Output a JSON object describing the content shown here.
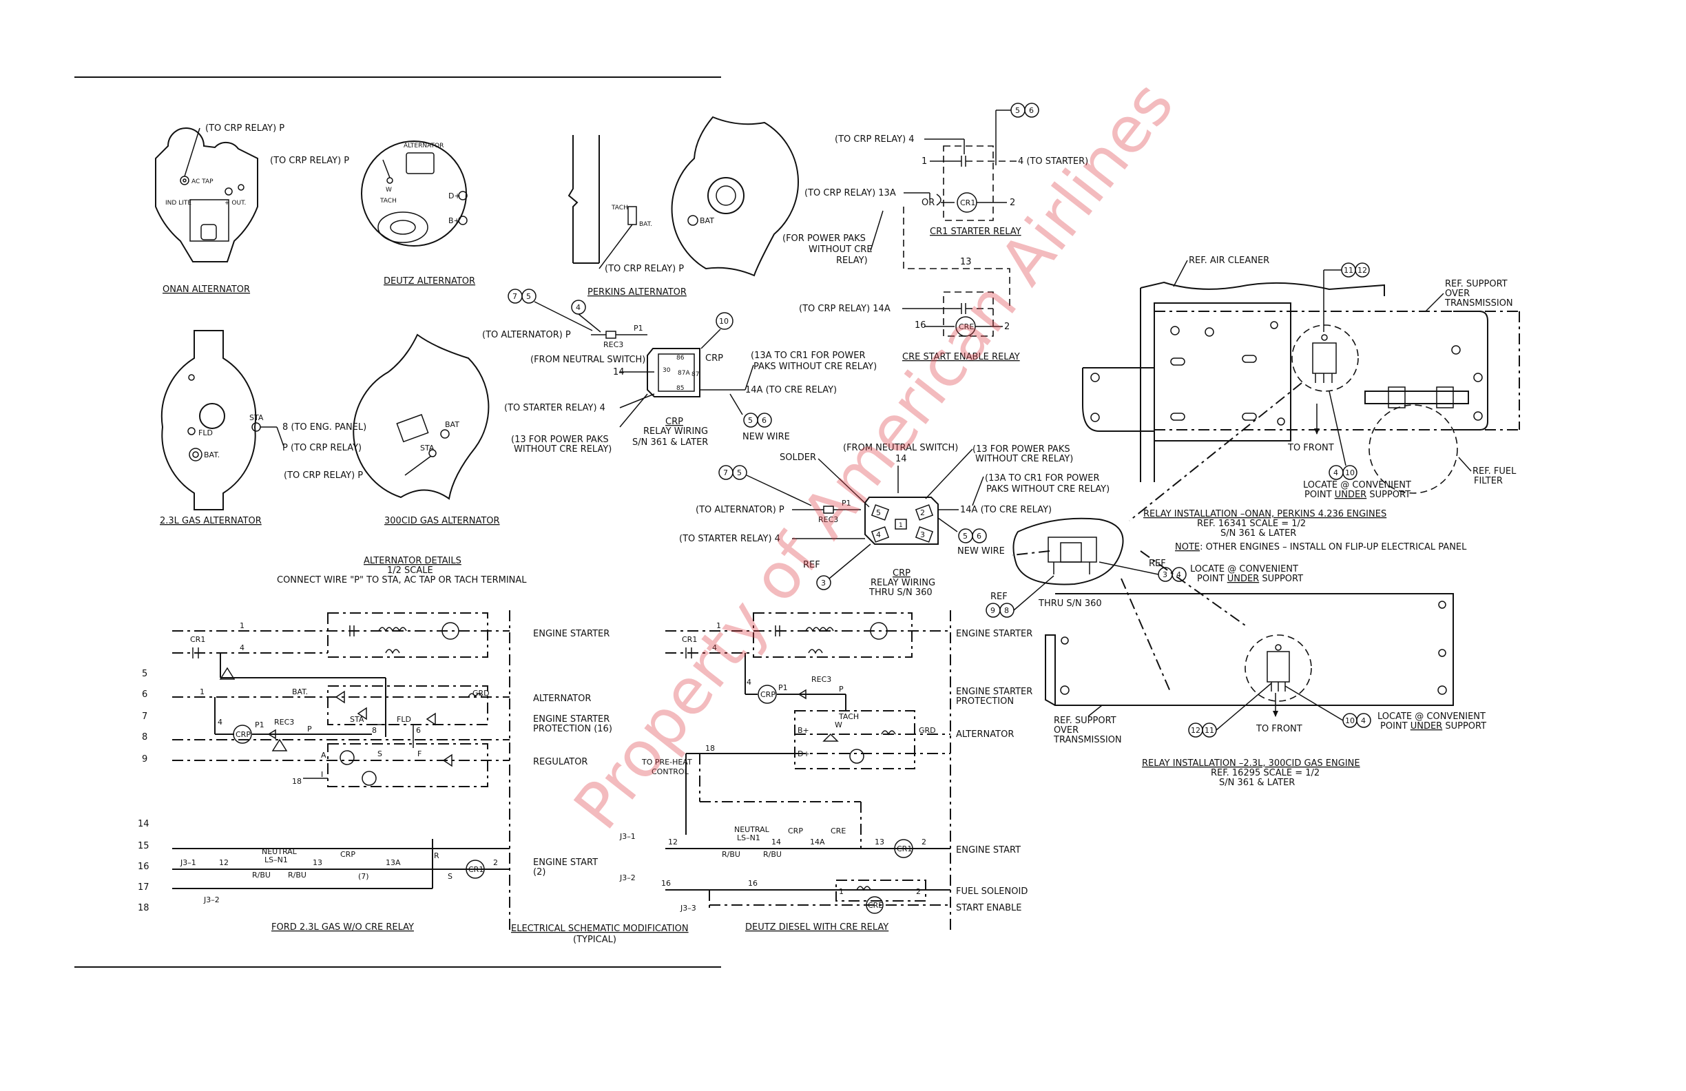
{
  "alternators": {
    "onan": {
      "title": "ONAN ALTERNATOR",
      "to_crp": "(TO CRP RELAY) P",
      "ac_tap": "AC TAP",
      "ind_lite": "IND LITE",
      "out": "+ OUT."
    },
    "deutz": {
      "title": "DEUTZ ALTERNATOR",
      "to_crp": "(TO CRP RELAY) P",
      "header": "ALTERNATOR",
      "w": "W",
      "tach": "TACH",
      "dplus": "D+",
      "bplus": "B+"
    },
    "perkins": {
      "title": "PERKINS ALTERNATOR",
      "tach": "TACH",
      "bat": "BAT.",
      "bat2": "BAT",
      "to_crp": "(TO CRP RELAY) P"
    },
    "gas23": {
      "title": "2.3L GAS ALTERNATOR",
      "sta": "STA",
      "fld": "FLD",
      "bat": "BAT.",
      "to_eng": "8 (TO ENG. PANEL)",
      "to_crp": "P (TO CRP RELAY)"
    },
    "gas300": {
      "title": "300CID GAS ALTERNATOR",
      "bat": "BAT",
      "sta": "STA",
      "to_crp": "(TO CRP RELAY) P"
    },
    "details_title": "ALTERNATOR DETAILS",
    "details_scale": "1/2 SCALE",
    "details_note": "CONNECT WIRE \"P\" TO STA, AC TAP OR TACH TERMINAL"
  },
  "relay_a": {
    "c7": "7",
    "c5": "5",
    "c4": "4",
    "c10": "10",
    "to_alt": "(TO ALTERNATOR) P",
    "p1": "P1",
    "rec3": "REC3",
    "from_neutral": "(FROM NEUTRAL SWITCH)",
    "n14": "14",
    "to_starter": "(TO STARTER RELAY) 4",
    "crp": "CRP",
    "cr1_note1": "(13A TO CR1 FOR POWER",
    "cr1_note2": "PAKS WITHOUT CRE RELAY)",
    "to_cre": "14A (TO CRE RELAY)",
    "p13_1": "(13 FOR POWER PAKS",
    "p13_2": "WITHOUT CRE RELAY)",
    "c5b": "5",
    "c6": "6",
    "new_wire": "NEW WIRE",
    "t86": "86",
    "t87a": "87A",
    "t87": "87",
    "t30": "30",
    "t85": "85",
    "cap1": "CRP",
    "cap2": "RELAY WIRING",
    "cap3": "S/N 361 & LATER"
  },
  "relay_b": {
    "from_neutral": "(FROM NEUTRAL SWITCH)",
    "n14": "14",
    "p13_1": "(13 FOR POWER PAKS",
    "p13_2": "WITHOUT CRE RELAY)",
    "cr1_note1": "(13A TO CR1 FOR POWER",
    "cr1_note2": "PAKS WITHOUT CRE RELAY)",
    "solder": "SOLDER",
    "c7": "7",
    "c5": "5",
    "to_alt": "(TO ALTERNATOR) P",
    "p1": "P1",
    "rec3": "REC3",
    "to_cre": "14A (TO CRE RELAY)",
    "to_starter": "(TO STARTER RELAY) 4",
    "c5b": "5",
    "c6": "6",
    "new_wire": "NEW WIRE",
    "ref": "REF",
    "c3": "3",
    "t5": "5",
    "t2": "2",
    "t4": "4",
    "t3": "3",
    "t1": "1",
    "cap1": "CRP",
    "cap2": "RELAY WIRING",
    "cap3": "THRU S/N 360"
  },
  "cr1_relay": {
    "c5": "5",
    "c6": "6",
    "to_crp4": "(TO CRP RELAY) 4",
    "n1": "1",
    "to_starter": "4 (TO STARTER)",
    "to_crp13a": "(TO CRP RELAY) 13A",
    "or": "OR",
    "cr1": "CR1",
    "n2": "2",
    "pp1": "(FOR POWER PAKS",
    "pp2": "WITHOUT CRE",
    "pp3": "RELAY)",
    "title": "CR1 STARTER RELAY",
    "n13": "13"
  },
  "cre_relay": {
    "to_crp14a": "(TO CRP RELAY) 14A",
    "n16": "16",
    "cre": "CRE",
    "n2": "2",
    "title": "CRE START ENABLE RELAY"
  },
  "install_top": {
    "air": "REF. AIR CLEANER",
    "c11": "11",
    "c12": "12",
    "sup1": "REF. SUPPORT",
    "sup2": "OVER",
    "sup3": "TRANSMISSION",
    "front": "TO FRONT",
    "c4": "4",
    "c10": "10",
    "loc1": "LOCATE @ CONVENIENT",
    "loc2a": "POINT ",
    "loc2b": "UNDER",
    "loc2c": " SUPPORT",
    "fuel1": "REF. FUEL",
    "fuel2": "FILTER",
    "title": "RELAY INSTALLATION –ONAN, PERKINS 4.236 ENGINES",
    "ref": "REF. 16341  SCALE = 1/2",
    "sn": "S/N 361 & LATER",
    "note_a": "NOTE",
    "note_b": ": OTHER ENGINES – INSTALL ON FLIP-UP ELECTRICAL PANEL"
  },
  "install_bottom": {
    "ref_lbl": "REF",
    "c3": "3",
    "c4": "4",
    "c9": "9",
    "c8": "8",
    "thru": "THRU S/N 360",
    "loc1": "LOCATE @ CONVENIENT",
    "loc2a": "POINT ",
    "loc2b": "UNDER",
    "loc2c": " SUPPORT",
    "sup1": "REF. SUPPORT",
    "sup2": "OVER",
    "sup3": "TRANSMISSION",
    "c12": "12",
    "c11": "11",
    "front": "TO FRONT",
    "c10": "10",
    "c4b": "4",
    "title": "RELAY INSTALLATION –2.3L, 300CID GAS ENGINE",
    "ref": "REF. 16295  SCALE = 1/2",
    "sn": "S/N 361 & LATER"
  },
  "schematic_left": {
    "rows": [
      "5",
      "6",
      "7",
      "8",
      "9",
      "14",
      "15",
      "16",
      "17",
      "18"
    ],
    "cr1": "CR1",
    "w1": "1",
    "w4": "4",
    "w4b": "4",
    "w1b": "1",
    "bat": "BAT.",
    "grd": "GRD",
    "sta": "STA",
    "fld": "FLD",
    "rec3": "REC3",
    "p1": "P1",
    "crp": "CRP",
    "p": "P",
    "w8": "8",
    "w6": "6",
    "s": "S",
    "f": "F",
    "a": "A",
    "i": "I",
    "w18": "18",
    "j31": "J3–1",
    "w12": "12",
    "neutral": "NEUTRAL",
    "lsn1": "LS–N1",
    "w13": "13",
    "w13a": "13A",
    "rbu1": "R/BU",
    "rbu2": "R/BU",
    "crp2": "CRP",
    "w7": "(7)",
    "r": "R",
    "s2": "S",
    "cr1c": "CR1",
    "w2": "2",
    "j32": "J3–2",
    "lbl_starter": "ENGINE STARTER",
    "lbl_alt": "ALTERNATOR",
    "lbl_prot1": "ENGINE STARTER",
    "lbl_prot2": "PROTECTION (16)",
    "lbl_reg": "REGULATOR",
    "lbl_start1": "ENGINE START",
    "lbl_start2": "(2)",
    "title": "FORD 2.3L GAS W/O CRE RELAY",
    "mod1": "ELECTRICAL SCHEMATIC MODIFICATION",
    "mod2": "(TYPICAL)"
  },
  "schematic_right": {
    "cr1": "CR1",
    "w1": "1",
    "w4": "4",
    "w4b": "4",
    "crp": "CRP",
    "p1": "P1",
    "rec3": "REC3",
    "p": "P",
    "tach": "TACH",
    "w": "W",
    "bplus": "B+",
    "dplus": "D+",
    "grd": "GRD",
    "w18": "18",
    "pre1": "TO PRE-HEAT",
    "pre2": "CONTROL",
    "j31": "J3–1",
    "w12": "12",
    "neutral": "NEUTRAL",
    "lsn1": "LS–N1",
    "w14": "14",
    "crp2": "CRP",
    "cre": "CRE",
    "w14a": "14A",
    "w13": "13",
    "cr1c": "CR1",
    "w2": "2",
    "rbu1": "R/BU",
    "rbu2": "R/BU",
    "j32": "J3–2",
    "w16": "16",
    "w16b": "16",
    "w1c": "1",
    "w2c": "2",
    "crec": "CRE",
    "j33": "J3–3",
    "lbl_starter": "ENGINE STARTER",
    "lbl_prot1": "ENGINE STARTER",
    "lbl_prot2": "PROTECTION",
    "lbl_alt": "ALTERNATOR",
    "lbl_start": "ENGINE START",
    "lbl_fuel": "FUEL SOLENOID",
    "lbl_enable": "START ENABLE",
    "title": "DEUTZ DIESEL WITH CRE RELAY"
  },
  "watermark": "Property of American Airlines"
}
